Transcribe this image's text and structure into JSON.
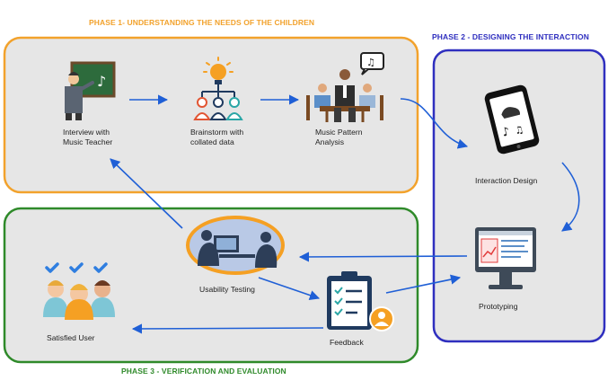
{
  "colors": {
    "phase1": "#f2a22c",
    "phase2": "#2f2fbf",
    "phase3": "#2f8a2a",
    "panel_fill": "#e6e6e6",
    "arrow": "#1f5fd6",
    "teal": "#2aa6a6",
    "orange": "#f5a023",
    "navy": "#1f3a5f"
  },
  "phases": {
    "p1_title": "PHASE 1-  UNDERSTANDING THE NEEDS OF THE CHILDREN",
    "p2_title": "PHASE 2 - DESIGNING THE INTERACTION",
    "p3_title": "PHASE 3 - VERIFICATION AND EVALUATION"
  },
  "nodes": {
    "interview": {
      "line1": "Interview with",
      "line2": "Music Teacher",
      "icon": "music-teacher-icon"
    },
    "brainstorm": {
      "line1": "Brainstorm with",
      "line2": "collated data",
      "icon": "brainstorm-icon"
    },
    "pattern": {
      "line1": "Music Pattern",
      "line2": "Analysis",
      "icon": "meeting-analysis-icon"
    },
    "interaction": {
      "line1": "Interaction Design",
      "icon": "tablet-music-icon"
    },
    "prototyping": {
      "line1": "Prototyping",
      "icon": "monitor-wireframe-icon"
    },
    "usability": {
      "line1": "Usability Testing",
      "icon": "usability-testing-icon"
    },
    "feedback": {
      "line1": "Feedback",
      "icon": "clipboard-feedback-icon"
    },
    "satisfied": {
      "line1": "Satisfied User",
      "icon": "happy-users-icon"
    }
  }
}
